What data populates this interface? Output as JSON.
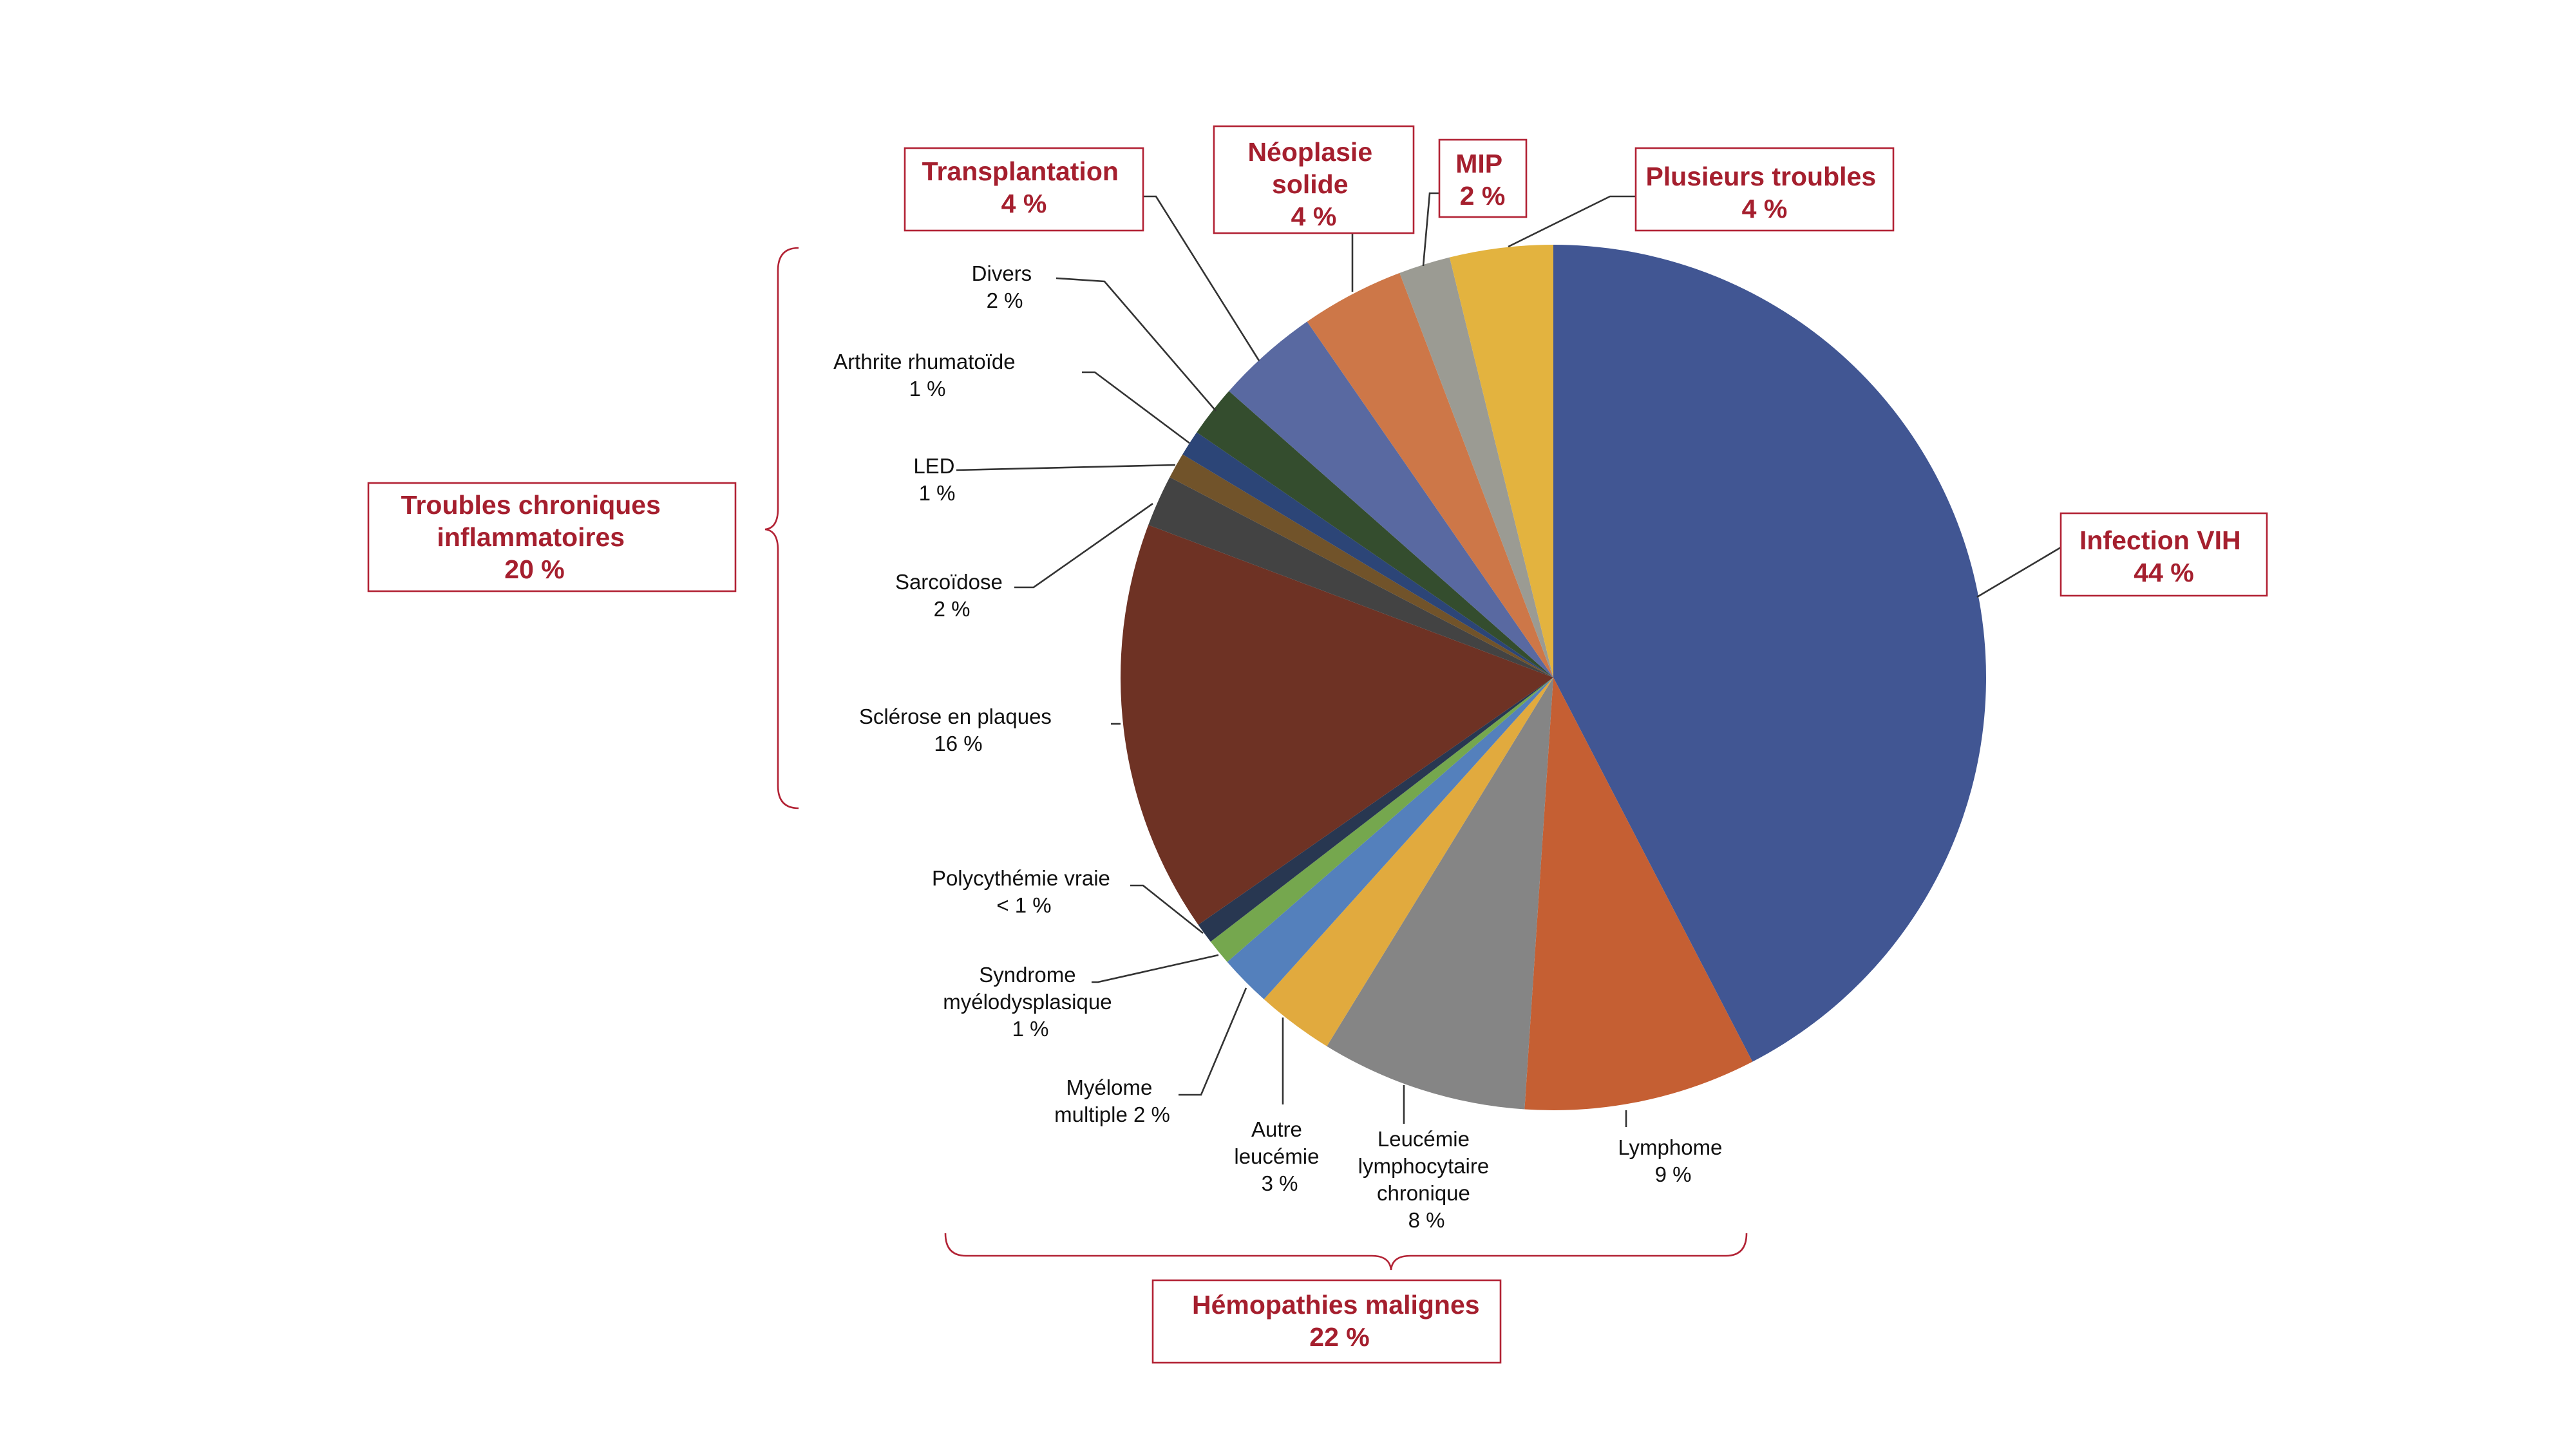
{
  "chart_data": {
    "type": "pie",
    "slices": [
      {
        "label": "Infection VIH",
        "value": 44,
        "value_label": "44 %",
        "color": "#415693"
      },
      {
        "label": "Lymphome",
        "value": 9,
        "value_label": "9 %",
        "color": "#c55f33"
      },
      {
        "label": "Leucémie lymphocytaire chronique",
        "value": 8,
        "value_label": "8 %",
        "color": "#858585"
      },
      {
        "label": "Autre leucémie",
        "value": 3,
        "value_label": "3 %",
        "color": "#e1aa3e"
      },
      {
        "label": "Myélome multiple",
        "value": 2,
        "value_label": "2 %",
        "color": "#5480bc"
      },
      {
        "label": "Syndrome myélodysplasique",
        "value": 1,
        "value_label": "1 %",
        "color": "#75a74e"
      },
      {
        "label": "Polycythémie vraie",
        "value": 0.8,
        "value_label": "< 1 %",
        "color": "#283751"
      },
      {
        "label": "Sclérose en plaques",
        "value": 16,
        "value_label": "16 %",
        "color": "#6e3224"
      },
      {
        "label": "Sarcoïdose",
        "value": 2,
        "value_label": "2 %",
        "color": "#434343"
      },
      {
        "label": "LED",
        "value": 1,
        "value_label": "1 %",
        "color": "#71532a"
      },
      {
        "label": "Arthrite rhumatoïde",
        "value": 1,
        "value_label": "1 %",
        "color": "#2c4577"
      },
      {
        "label": "Divers",
        "value": 2,
        "value_label": "2 %",
        "color": "#344d2e"
      },
      {
        "label": "Transplantation",
        "value": 4,
        "value_label": "4 %",
        "color": "#5969a1"
      },
      {
        "label": "Néoplasie solide",
        "value": 4,
        "value_label": "4 %",
        "color": "#cd7748"
      },
      {
        "label": "MIP",
        "value": 2,
        "value_label": "2 %",
        "color": "#9b9b93"
      },
      {
        "label": "Plusieurs troubles",
        "value": 4,
        "value_label": "4 %",
        "color": "#e3b33f"
      }
    ],
    "groups": [
      {
        "label": "Troubles chroniques inflammatoires",
        "value_label": "20 %"
      },
      {
        "label": "Hémopathies malignes",
        "value_label": "22 %"
      }
    ]
  },
  "labels": {
    "vih": [
      "Infection VIH",
      "44 %"
    ],
    "lymphome": [
      "Lymphome",
      "9 %"
    ],
    "llc": [
      "Leucémie",
      "lymphocytaire",
      "chronique",
      "8 %"
    ],
    "autre_leucemie": [
      "Autre",
      "leucémie",
      "3 %"
    ],
    "myelome": [
      "Myélome",
      "multiple 2 %"
    ],
    "syndrome": [
      "Syndrome",
      "myélodysplasique",
      "1 %"
    ],
    "polycythemie": [
      "Polycythémie vraie",
      "< 1 %"
    ],
    "sclerose": [
      "Sclérose en plaques",
      "16 %"
    ],
    "sarcoidose": [
      "Sarcoïdose",
      "2 %"
    ],
    "led": [
      "LED",
      "1 %"
    ],
    "arthrite": [
      "Arthrite rhumatoïde",
      "1 %"
    ],
    "divers": [
      "Divers",
      "2 %"
    ],
    "transplantation": [
      "Transplantation",
      "4 %"
    ],
    "neoplasie": [
      "Néoplasie",
      "solide",
      "4 %"
    ],
    "mip": [
      "MIP",
      "2 %"
    ],
    "plusieurs": [
      "Plusieurs troubles",
      "4 %"
    ],
    "troubles_chroniques": [
      "Troubles chroniques",
      "inflammatoires",
      "20 %"
    ],
    "hemopathies": [
      "Hémopathies malignes",
      "22 %"
    ]
  }
}
